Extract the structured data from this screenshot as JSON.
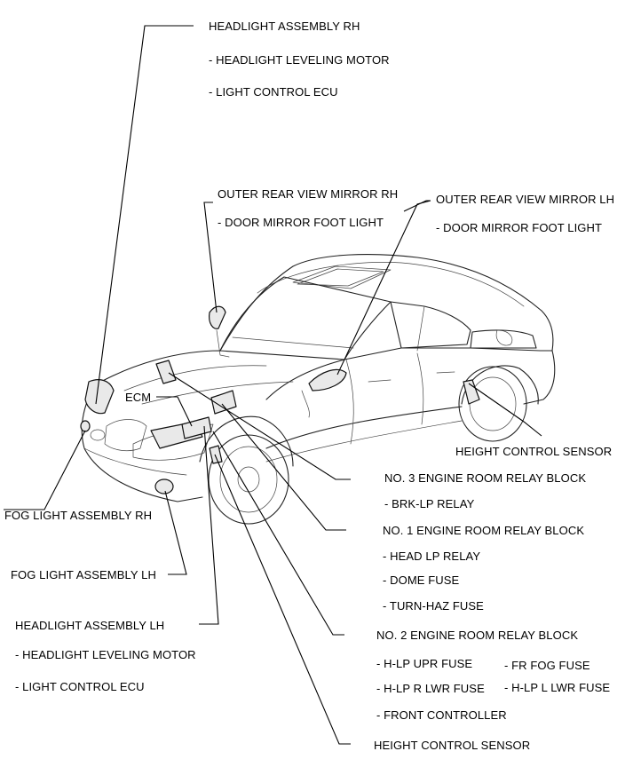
{
  "labels": {
    "headlight_rh": "HEADLIGHT ASSEMBLY RH",
    "headlight_rh_motor": "- HEADLIGHT LEVELING MOTOR",
    "headlight_rh_ecu": "- LIGHT CONTROL ECU",
    "mirror_rh": "OUTER REAR VIEW MIRROR RH",
    "mirror_rh_light": "- DOOR MIRROR FOOT LIGHT",
    "mirror_lh": "OUTER REAR VIEW MIRROR LH",
    "mirror_lh_light": "- DOOR MIRROR FOOT LIGHT",
    "ecm": "ECM",
    "height_sensor_rear": "HEIGHT CONTROL SENSOR",
    "relay3": "NO. 3 ENGINE ROOM RELAY BLOCK",
    "relay3_brk": "- BRK-LP RELAY",
    "relay1": "NO. 1 ENGINE ROOM RELAY BLOCK",
    "relay1_head": "- HEAD LP RELAY",
    "relay1_dome": "- DOME FUSE",
    "relay1_turn": "- TURN-HAZ FUSE",
    "relay2": "NO. 2 ENGINE ROOM RELAY BLOCK",
    "relay2_hlp_upr": "- H-LP UPR FUSE",
    "relay2_fr_fog": "- FR FOG FUSE",
    "relay2_hlp_rlwr": "- H-LP R LWR FUSE",
    "relay2_hlp_llwr": "- H-LP L LWR FUSE",
    "relay2_front_ctrl": "- FRONT CONTROLLER",
    "fog_rh": "FOG LIGHT ASSEMBLY RH",
    "fog_lh": "FOG LIGHT ASSEMBLY LH",
    "headlight_lh": "HEADLIGHT ASSEMBLY LH",
    "headlight_lh_motor": "- HEADLIGHT LEVELING MOTOR",
    "headlight_lh_ecu": "- LIGHT CONTROL ECU",
    "height_sensor_front": "HEIGHT CONTROL SENSOR"
  }
}
